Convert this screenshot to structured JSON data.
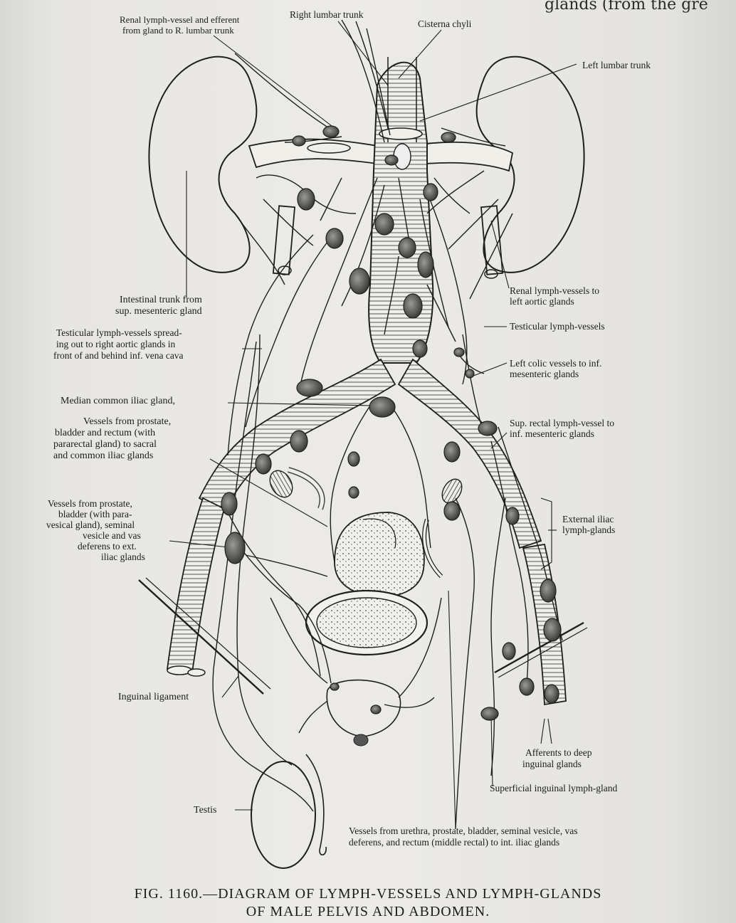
{
  "background_text": {
    "top_right": "glands (from the gre"
  },
  "labels": {
    "renal_lymph_vessel": "Renal lymph-vessel and efferent",
    "renal_lymph_vessel_2": "from gland to R. lumbar trunk",
    "right_lumbar_trunk": "Right lumbar trunk",
    "cisterna_chyli": "Cisterna chyli",
    "left_lumbar_trunk": "Left lumbar trunk",
    "intestinal_trunk_1": "Intestinal trunk from",
    "intestinal_trunk_2": "sup. mesenteric gland",
    "renal_to_left_aortic_1": "Renal lymph-vessels to",
    "renal_to_left_aortic_2": "left aortic glands",
    "testicular_spreading_1": "Testicular lymph-vessels spread-",
    "testicular_spreading_2": "ing out to right aortic glands in",
    "testicular_spreading_3": "front of and behind inf. vena cava",
    "testicular_lymph_vessels": "Testicular lymph-vessels",
    "left_colic_1": "Left colic vessels to inf.",
    "left_colic_2": "mesenteric glands",
    "median_common_iliac": "Median common iliac gland,",
    "vessels_prostate_1": "Vessels from prostate,",
    "vessels_prostate_2": "bladder and rectum (with",
    "vessels_prostate_3": "pararectal gland) to sacral",
    "vessels_prostate_4": "and common iliac glands",
    "sup_rectal_1": "Sup. rectal lymph-vessel to",
    "sup_rectal_2": "inf. mesenteric glands",
    "vessels_para_1": "Vessels from prostate,",
    "vessels_para_2": "bladder (with para-",
    "vessels_para_3": "vesical gland), seminal",
    "vessels_para_4": "vesicle and vas",
    "vessels_para_5": "deferens to ext.",
    "vessels_para_6": "iliac glands",
    "external_iliac_1": "External iliac",
    "external_iliac_2": "lymph-glands",
    "inguinal_ligament": "Inguinal ligament",
    "afferents_1": "Afferents to deep",
    "afferents_2": "inguinal glands",
    "superficial_inguinal": "Superficial inguinal lymph-gland",
    "testis": "Testis",
    "vessels_urethra_1": "Vessels from urethra, prostate, bladder, seminal vesicle, vas",
    "vessels_urethra_2": "deferens, and rectum (middle rectal) to int. iliac glands"
  },
  "caption": {
    "line1": "FIG. 1160.—DIAGRAM OF LYMPH-VESSELS AND LYMPH-GLANDS",
    "line2": "OF MALE PELVIS AND ABDOMEN."
  }
}
